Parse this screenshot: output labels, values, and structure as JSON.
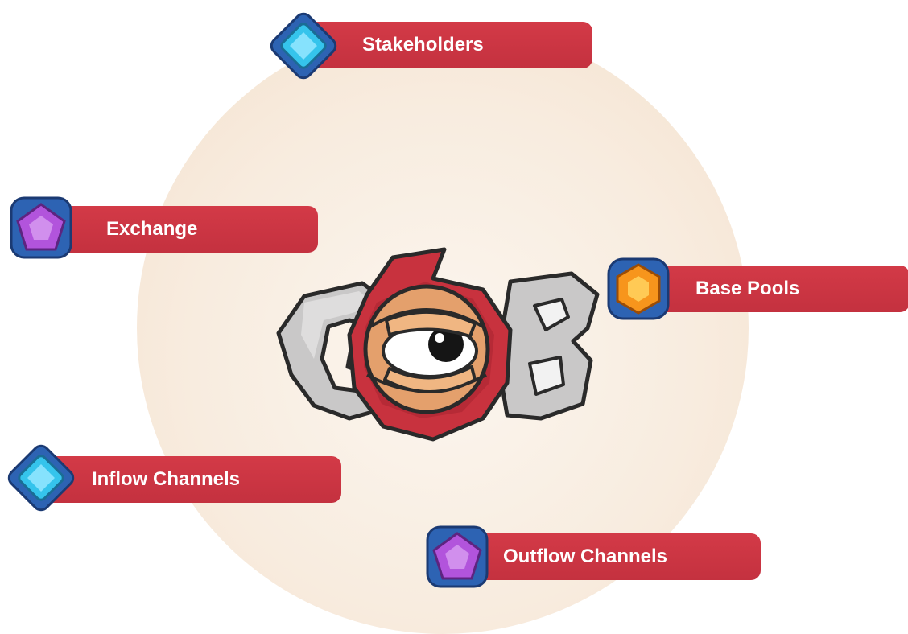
{
  "center_logo": {
    "name": "gob-logo"
  },
  "nodes": [
    {
      "label": "Stakeholders",
      "gem": "blue-diamond-gem-icon",
      "gem_color": "#35c4ec"
    },
    {
      "label": "Exchange",
      "gem": "purple-pentagon-gem-icon",
      "gem_color": "#b254dc"
    },
    {
      "label": "Base Pools",
      "gem": "orange-hexagon-gem-icon",
      "gem_color": "#f7951c"
    },
    {
      "label": "Inflow Channels",
      "gem": "blue-diamond-gem-icon",
      "gem_color": "#35c4ec"
    },
    {
      "label": "Outflow Channels",
      "gem": "purple-pentagon-gem-icon",
      "gem_color": "#b254dc"
    }
  ],
  "colors": {
    "label_bg": "#c93440",
    "circle_bg": "#f7eadb",
    "frame": "#2d63b3"
  }
}
